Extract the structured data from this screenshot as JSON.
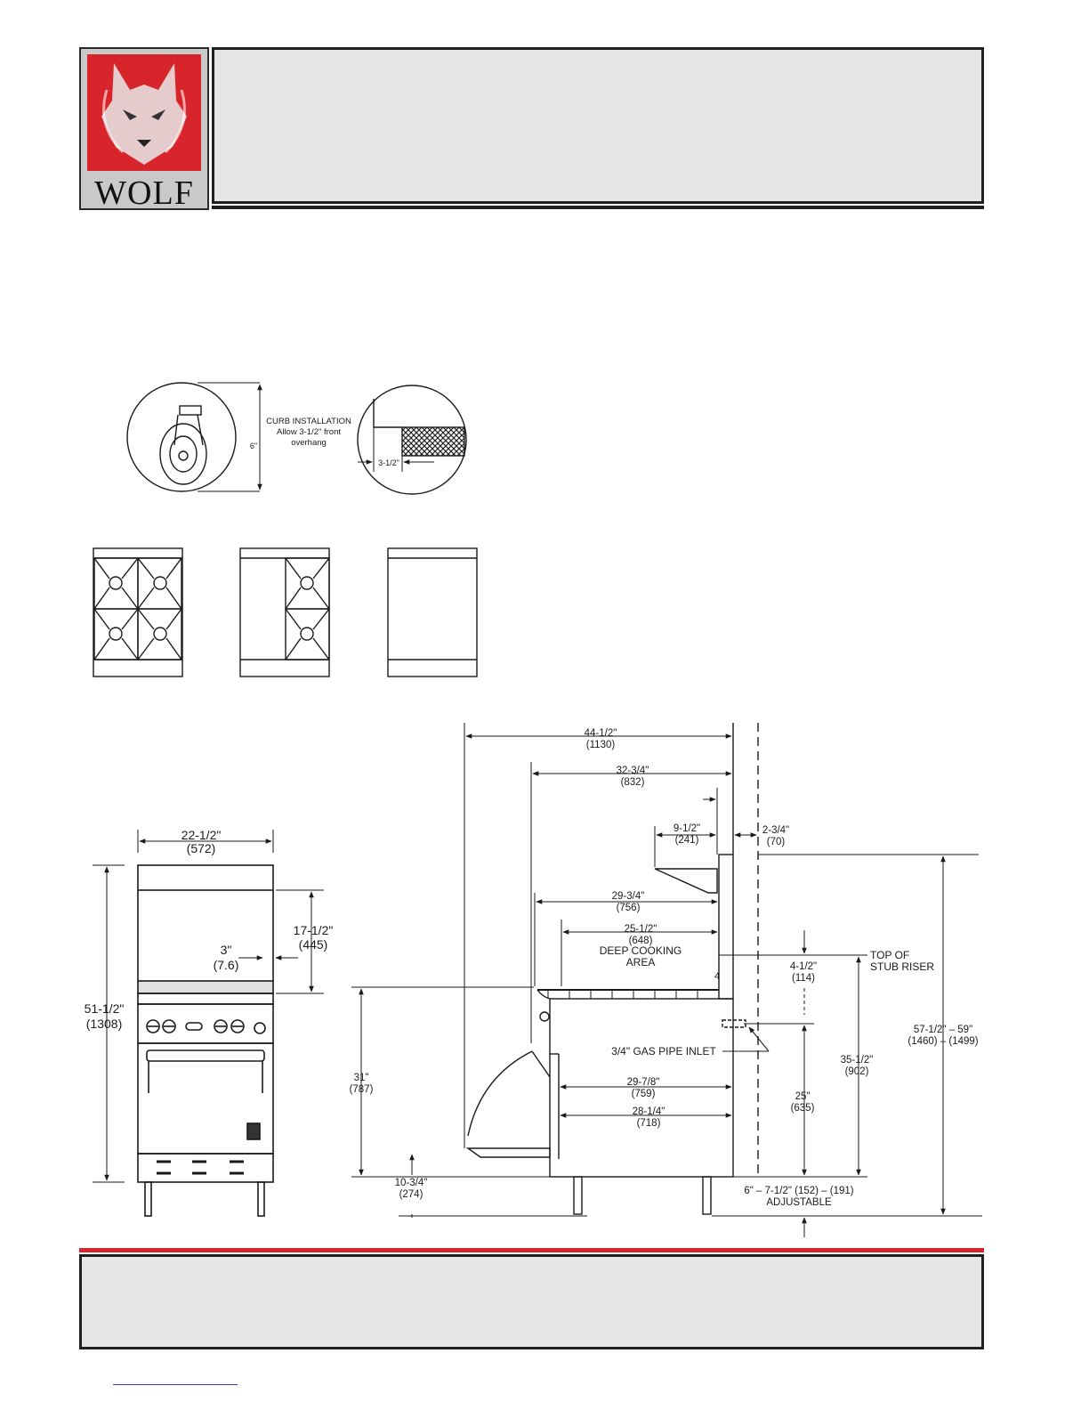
{
  "brand": {
    "name": "WOLF",
    "colors": {
      "red": "#d8242b",
      "panel": "#e6e6e6",
      "frame": "#1f1f1f"
    }
  },
  "caster": {
    "height_label": "6\"",
    "curb_title": "CURB INSTALLATION",
    "curb_line2": "Allow 3-1/2\" front",
    "curb_line3": "overhang",
    "overhang_label": "3-1/2\""
  },
  "front_view": {
    "width_in": "22-1/2\"",
    "width_mm": "(572)",
    "height_in": "51-1/2\"",
    "height_mm": "(1308)",
    "riser_in": "17-1/2\"",
    "riser_mm": "(445)",
    "gap_in": "3\"",
    "gap_mm": "(7.6)"
  },
  "side_view": {
    "d1_in": "44-1/2\"",
    "d1_mm": "(1130)",
    "d2_in": "32-3/4\"",
    "d2_mm": "(832)",
    "d3_in": "9-1/2\"",
    "d3_mm": "(241)",
    "d4_in": "2-3/4\"",
    "d4_mm": "(70)",
    "d5_in": "29-3/4\"",
    "d5_mm": "(756)",
    "d6_in": "25-1/2\"",
    "d6_mm": "(648)",
    "deep_1": "DEEP COOKING",
    "deep_2": "AREA",
    "riser_1": "TOP OF",
    "riser_2": "STUB RISER",
    "d7_in": "4-1/2\"",
    "d7_mm": "(114)",
    "d8_in": "57-1/2\" – 59\"",
    "d8_mm": "(1460) – (1499)",
    "d9_in": "35-1/2\"",
    "d9_mm": "(902)",
    "gas": "3/4\" GAS PIPE INLET",
    "d10_in": "31\"",
    "d10_mm": "(787)",
    "d11_in": "29-7/8\"",
    "d11_mm": "(759)",
    "d12_in": "28-1/4\"",
    "d12_mm": "(718)",
    "d13_in": "25\"",
    "d13_mm": "(635)",
    "d14_in": "10-3/4\"",
    "d14_mm": "(274)",
    "adj_1": "6\" – 7-1/2\" (152) – (191)",
    "adj_2": "ADJUSTABLE",
    "small_mark": "4"
  }
}
